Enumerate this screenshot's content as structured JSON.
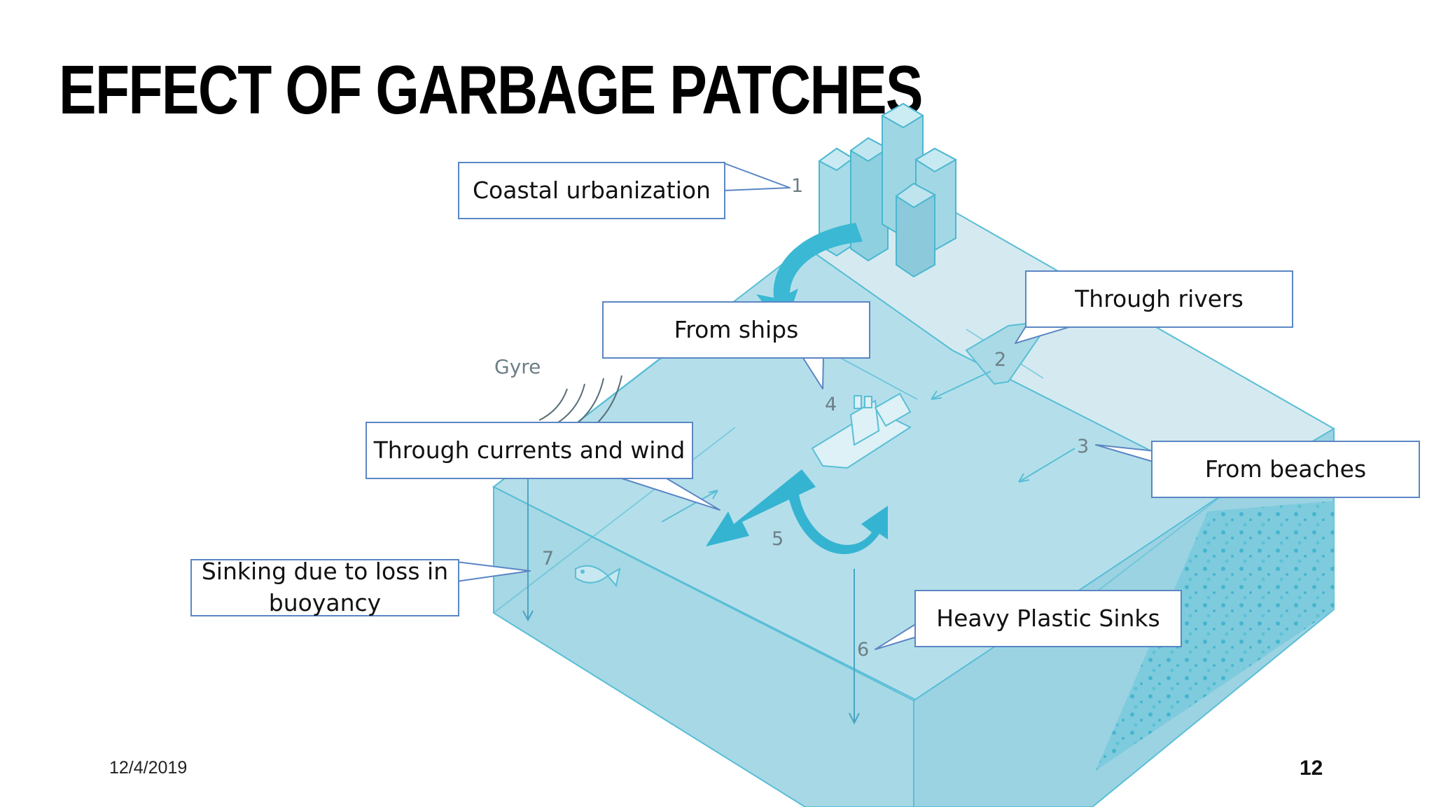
{
  "slide": {
    "title": "EFFECT OF GARBAGE PATCHES",
    "date": "12/4/2019",
    "page_number": "12"
  },
  "diagram": {
    "gyre_label": "Gyre",
    "markers": [
      "1",
      "2",
      "3",
      "4",
      "5",
      "6",
      "7"
    ]
  },
  "callouts": {
    "coastal": "Coastal urbanization",
    "rivers": "Through rivers",
    "ships": "From ships",
    "currents": "Through currents and wind",
    "beaches": "From beaches",
    "sinking": "Sinking due to loss in buoyancy",
    "heavy": "Heavy Plastic Sinks"
  },
  "colors": {
    "water_top": "#b7e0ea",
    "water_front": "#a4d8e6",
    "land": "#d5eaf0",
    "arrow": "#3ab8d4",
    "callout_border": "#5b86c4"
  }
}
